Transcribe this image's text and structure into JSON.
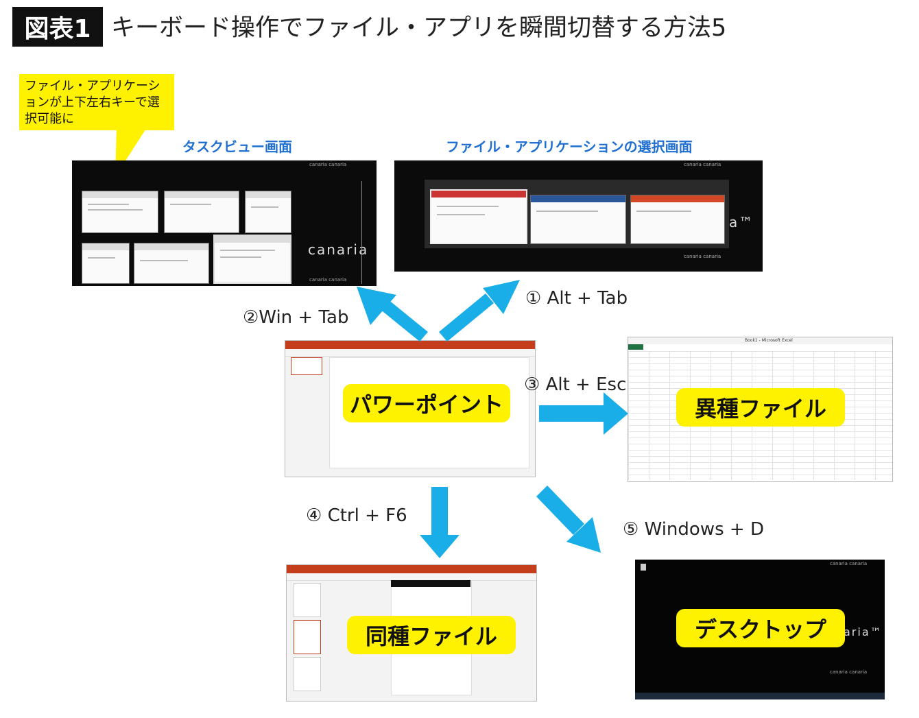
{
  "figure": {
    "badge": "図表1",
    "title": "キーボード操作でファイル・アプリを瞬間切替する方法5"
  },
  "callout": {
    "text": "ファイル・アプリケーションが上下左右キーで選択可能に"
  },
  "captions": {
    "task_view": "タスクビュー画面",
    "app_select": "ファイル・アプリケーションの選択画面"
  },
  "shortcuts": {
    "alt_tab": "① Alt + Tab",
    "win_tab": "②Win + Tab",
    "alt_esc": "③ Alt + Esc",
    "ctrl_f6": "④ Ctrl + F6",
    "win_d": "⑤ Windows + D"
  },
  "labels": {
    "powerpoint": "パワーポイント",
    "different_file": "異種ファイル",
    "same_file": "同種ファイル",
    "desktop": "デスクトップ"
  },
  "screens": {
    "canaria_logo": "canaria",
    "tm": "™",
    "tile_text": "canaria canaria",
    "excel_title": "Book1 - Microsoft Excel",
    "desktop_logo": "aria™"
  },
  "colors": {
    "arrow": "#19aee8",
    "highlight": "#fff200",
    "caption": "#1f6fd0",
    "screen_bg": "#0b0b0b"
  }
}
